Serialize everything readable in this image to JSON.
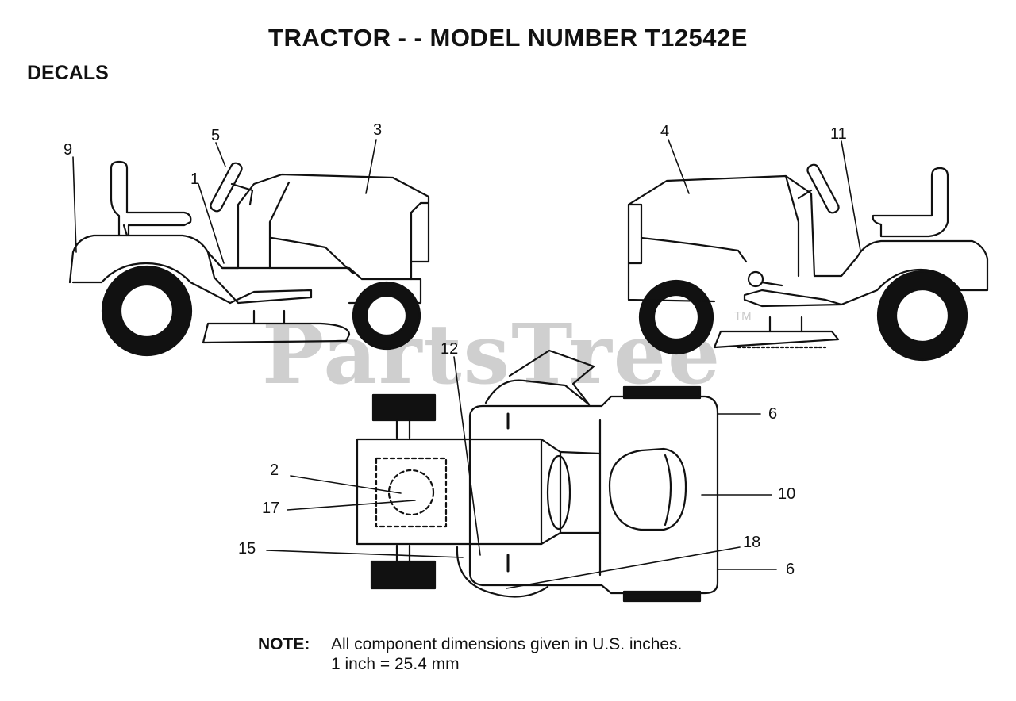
{
  "title": "TRACTOR - - MODEL NUMBER T12542E",
  "section_label": "DECALS",
  "watermark": "PartsTree",
  "watermark_mark": "TM",
  "callouts": {
    "c1": "1",
    "c2": "2",
    "c3": "3",
    "c4": "4",
    "c5": "5",
    "c6a": "6",
    "c6b": "6",
    "c9": "9",
    "c10": "10",
    "c11": "11",
    "c12": "12",
    "c15": "15",
    "c17": "17",
    "c18": "18"
  },
  "note": {
    "label": "NOTE:",
    "line1": "All component dimensions given in U.S. inches.",
    "line2": "1 inch = 25.4 mm"
  },
  "colors": {
    "line": "#111111",
    "watermark": "#cfcfcf",
    "fill": "#ffffff",
    "tire": "#111111"
  }
}
